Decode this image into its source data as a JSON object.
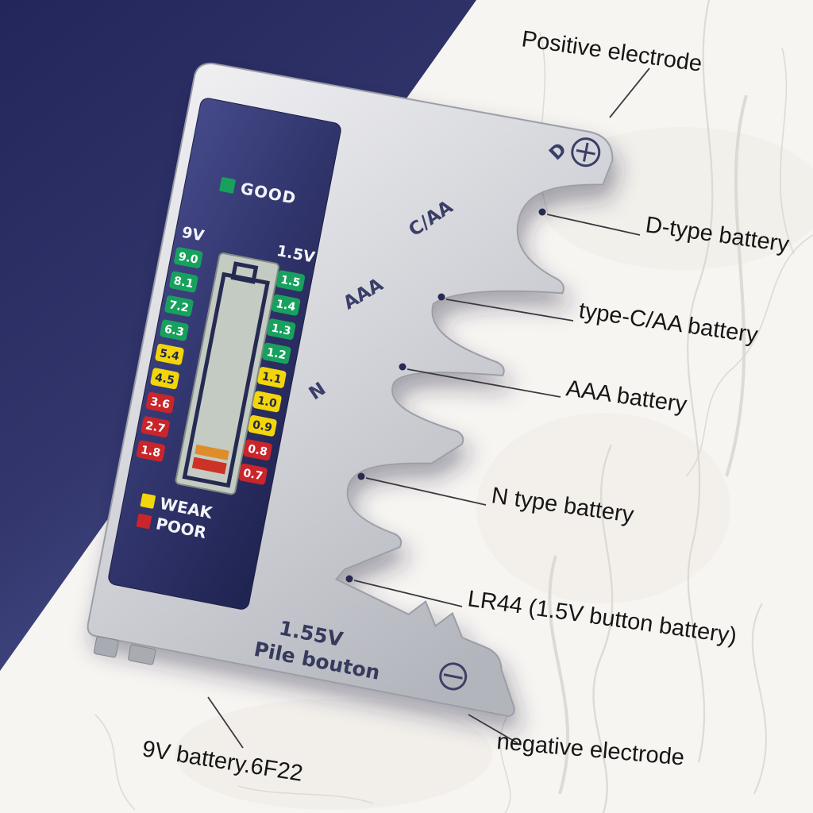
{
  "colors": {
    "good": "#18a15e",
    "weak": "#f2d60b",
    "poor": "#c9252b",
    "bezel_navy": "#31356b",
    "backdrop_navy": "#262a5e",
    "device_silver": "#d3d4d9",
    "lcd_screen": "#c4cbc2",
    "annotation_text": "#161616"
  },
  "device": {
    "display": {
      "good_label": "GOOD",
      "weak_label": "WEAK",
      "poor_label": "POOR",
      "left_header": "9V",
      "right_header": "1.5V",
      "left_scale": [
        {
          "value": "9.0",
          "status": "good"
        },
        {
          "value": "8.1",
          "status": "good"
        },
        {
          "value": "7.2",
          "status": "good"
        },
        {
          "value": "6.3",
          "status": "good"
        },
        {
          "value": "5.4",
          "status": "weak"
        },
        {
          "value": "4.5",
          "status": "weak"
        },
        {
          "value": "3.6",
          "status": "poor"
        },
        {
          "value": "2.7",
          "status": "poor"
        },
        {
          "value": "1.8",
          "status": "poor"
        }
      ],
      "right_scale": [
        {
          "value": "1.5",
          "status": "good"
        },
        {
          "value": "1.4",
          "status": "good"
        },
        {
          "value": "1.3",
          "status": "good"
        },
        {
          "value": "1.2",
          "status": "good"
        },
        {
          "value": "1.1",
          "status": "weak"
        },
        {
          "value": "1.0",
          "status": "weak"
        },
        {
          "value": "0.9",
          "status": "weak"
        },
        {
          "value": "0.8",
          "status": "poor"
        },
        {
          "value": "0.7",
          "status": "poor"
        }
      ]
    },
    "slot_labels": {
      "d": "D",
      "c_aa": "C/AA",
      "aaa": "AAA",
      "n": "N"
    },
    "button_cell_line1": "1.55V",
    "button_cell_line2": "Pile bouton"
  },
  "annotations": [
    {
      "id": "positive-electrode",
      "label": "Positive electrode"
    },
    {
      "id": "d-type-battery",
      "label": "D-type battery"
    },
    {
      "id": "c-aa-battery",
      "label": "type-C/AA battery"
    },
    {
      "id": "aaa-battery",
      "label": "AAA battery"
    },
    {
      "id": "n-type-battery",
      "label": "N type battery"
    },
    {
      "id": "lr44-battery",
      "label": "LR44 (1.5V button battery)"
    },
    {
      "id": "negative-electrode",
      "label": "negative electrode"
    },
    {
      "id": "nine-v-battery",
      "label": "9V battery.6F22"
    }
  ]
}
